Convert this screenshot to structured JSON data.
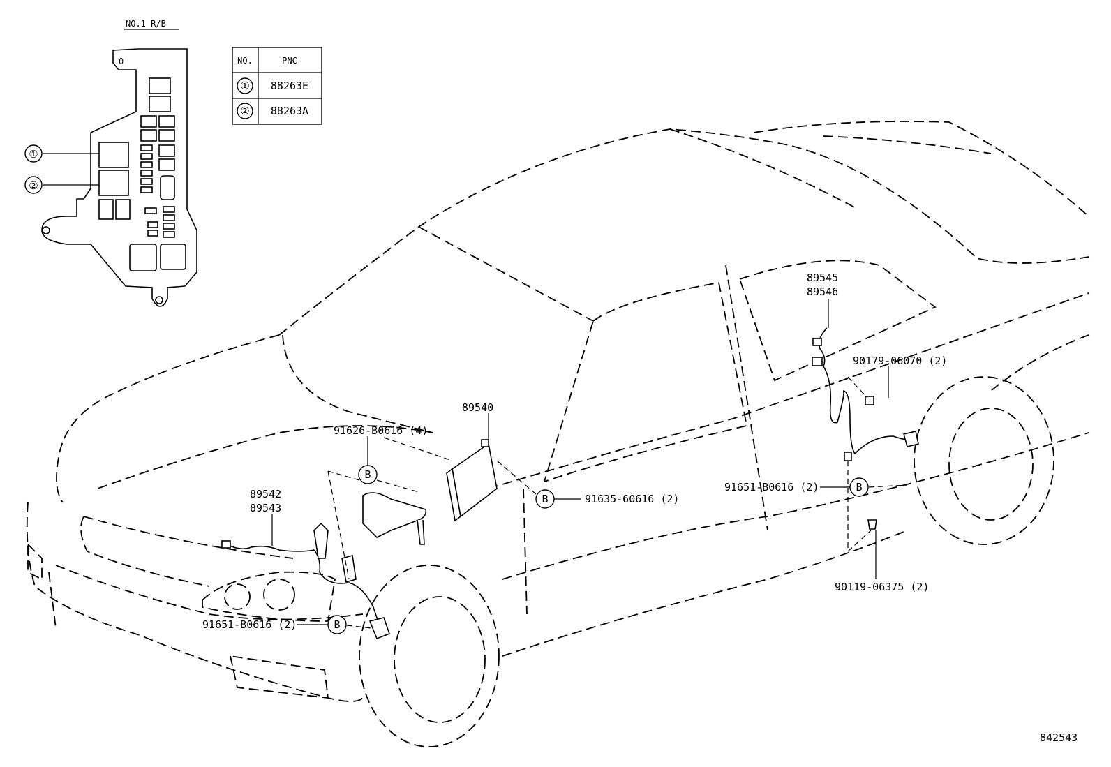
{
  "relay_block": {
    "title": "NO.1 R/B",
    "markers": [
      "①",
      "②"
    ]
  },
  "pnc_table": {
    "headers": [
      "NO.",
      "PNC"
    ],
    "rows": [
      {
        "no": "①",
        "pnc": "88263E"
      },
      {
        "no": "②",
        "pnc": "88263A"
      }
    ]
  },
  "labels": {
    "p89540": "89540",
    "p91626": "91626-B0616 (4)",
    "p89542": "89542",
    "p89543": "89543",
    "p91635": "91635-60616 (2)",
    "p89545": "89545",
    "p89546": "89546",
    "p90179": "90179-06070 (2)",
    "p91651_rear": "91651-B0616 (2)",
    "p90119": "90119-06375 (2)",
    "p91651_front": "91651-B0616 (2)",
    "callout_b": "B",
    "diagram_id": "842543"
  }
}
